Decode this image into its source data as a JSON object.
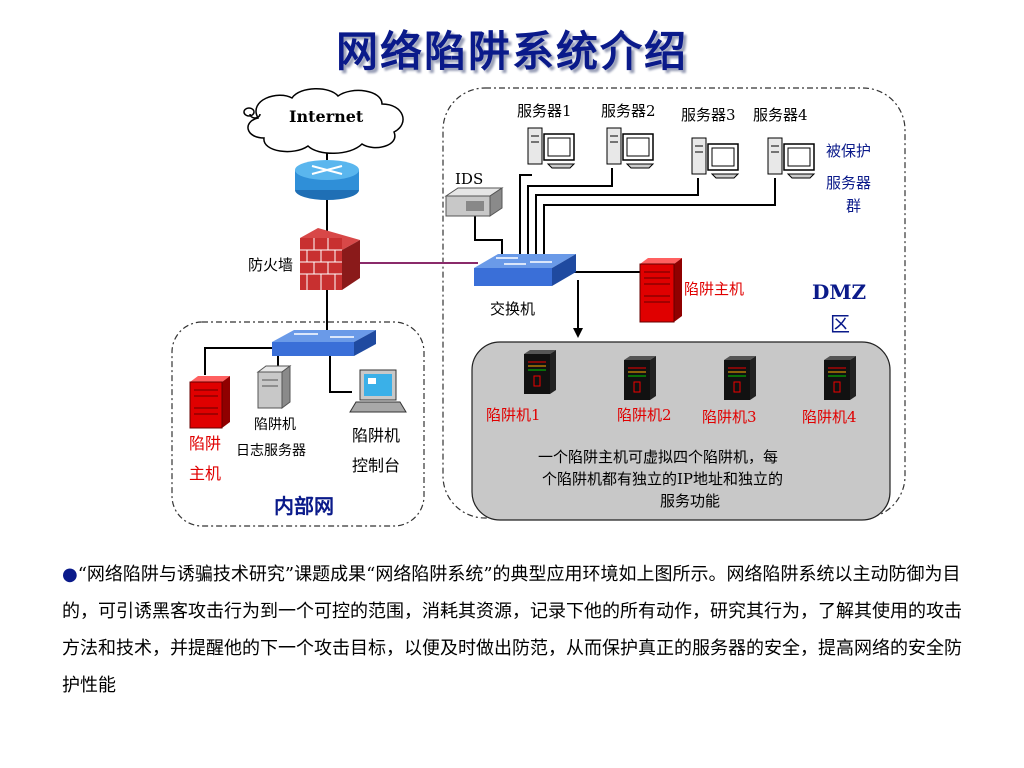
{
  "title": "网络陷阱系统介绍",
  "internet": "Internet",
  "firewall": "防火墙",
  "ids": "IDS",
  "switch": "交换机",
  "servers": [
    "服务器1",
    "服务器2",
    "服务器3",
    "服务器4"
  ],
  "protected_group": [
    "被保护",
    "服务器",
    "群"
  ],
  "trap_host": "陷阱主机",
  "dmz": [
    "DMZ",
    "区"
  ],
  "traps": [
    "陷阱机1",
    "陷阱机2",
    "陷阱机3",
    "陷阱机4"
  ],
  "trap_note": [
    "一个陷阱主机可虚拟四个陷阱机，每",
    "个陷阱机都有独立的IP地址和独立的",
    "服务功能"
  ],
  "internal": {
    "trap_host": [
      "陷阱",
      "主机"
    ],
    "log_server": [
      "陷阱机",
      "日志服务器"
    ],
    "console": [
      "陷阱机",
      "控制台"
    ],
    "zone": "内部网"
  },
  "paragraph": {
    "bullet": "●",
    "text": "“网络陷阱与诱骗技术研究”课题成果“网络陷阱系统”的典型应用环境如上图所示。网络陷阱系统以主动防御为目的，可引诱黑客攻击行为到一个可控的范围，消耗其资源，记录下他的所有动作，研究其行为，了解其使用的攻击方法和技术，并提醒他的下一个攻击目标，以便及时做出防范，从而保护真正的服务器的安全，提高网络的安全防护性能"
  },
  "colors": {
    "title": "#0a1a8a",
    "trap_red": "#e00000",
    "switch_blue": "#3a6fd8",
    "panel_gray": "#c8c8c8"
  }
}
